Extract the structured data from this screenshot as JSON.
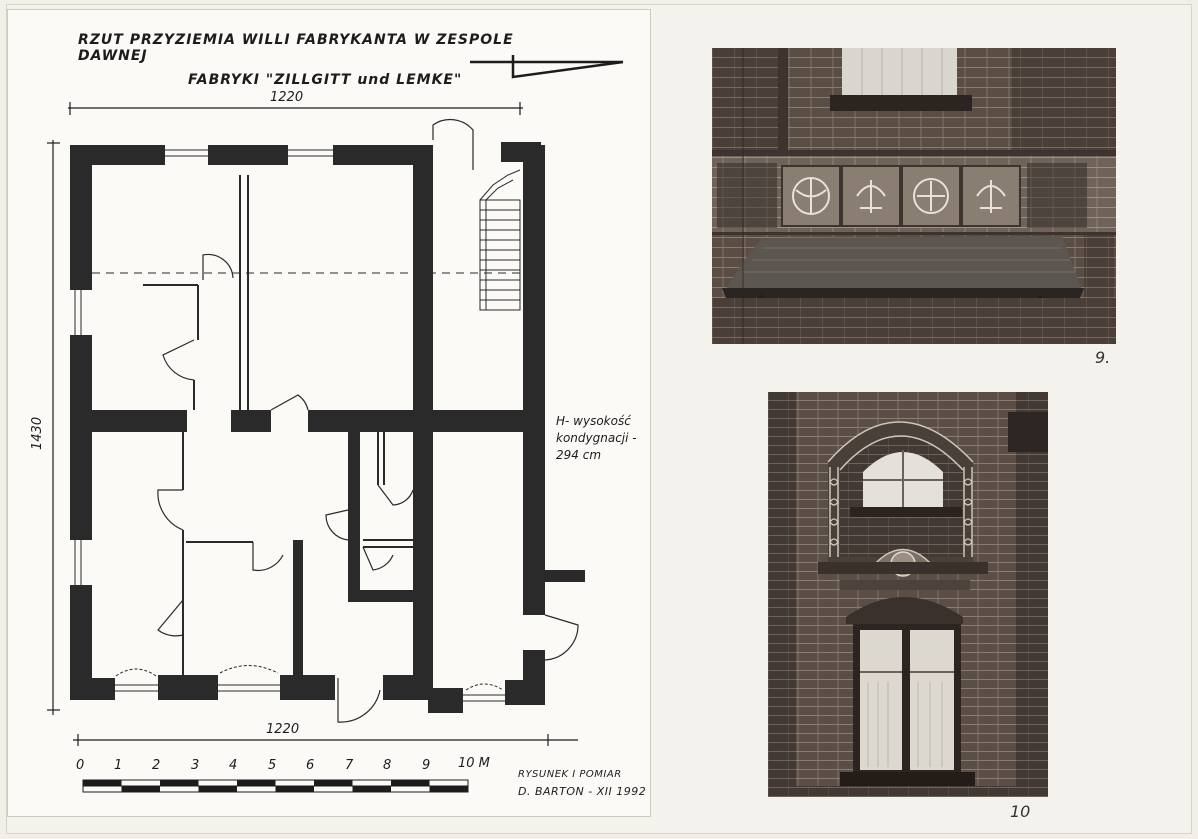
{
  "plan": {
    "title_line1": "RZUT PRZYZIEMIA WILLI FABRYKANTA W ZESPOLE DAWNEJ",
    "title_line2": "FABRYKI \"ZILLGITT und LEMKE\"",
    "dim_top": "1220",
    "dim_bottom": "1220",
    "dim_left": "1430",
    "height_note_line1": "H- wysokość",
    "height_note_line2": "kondygnacji -",
    "height_note_line3": "294 cm",
    "scale_labels": [
      "0",
      "1",
      "2",
      "3",
      "4",
      "5",
      "6",
      "7",
      "8",
      "9",
      "10 M"
    ],
    "credit_line1": "RYSUNEK I POMIAR",
    "credit_line2": "D. BARTON - XII 1992"
  },
  "photos": {
    "top_number": "9.",
    "bottom_number": "10"
  }
}
